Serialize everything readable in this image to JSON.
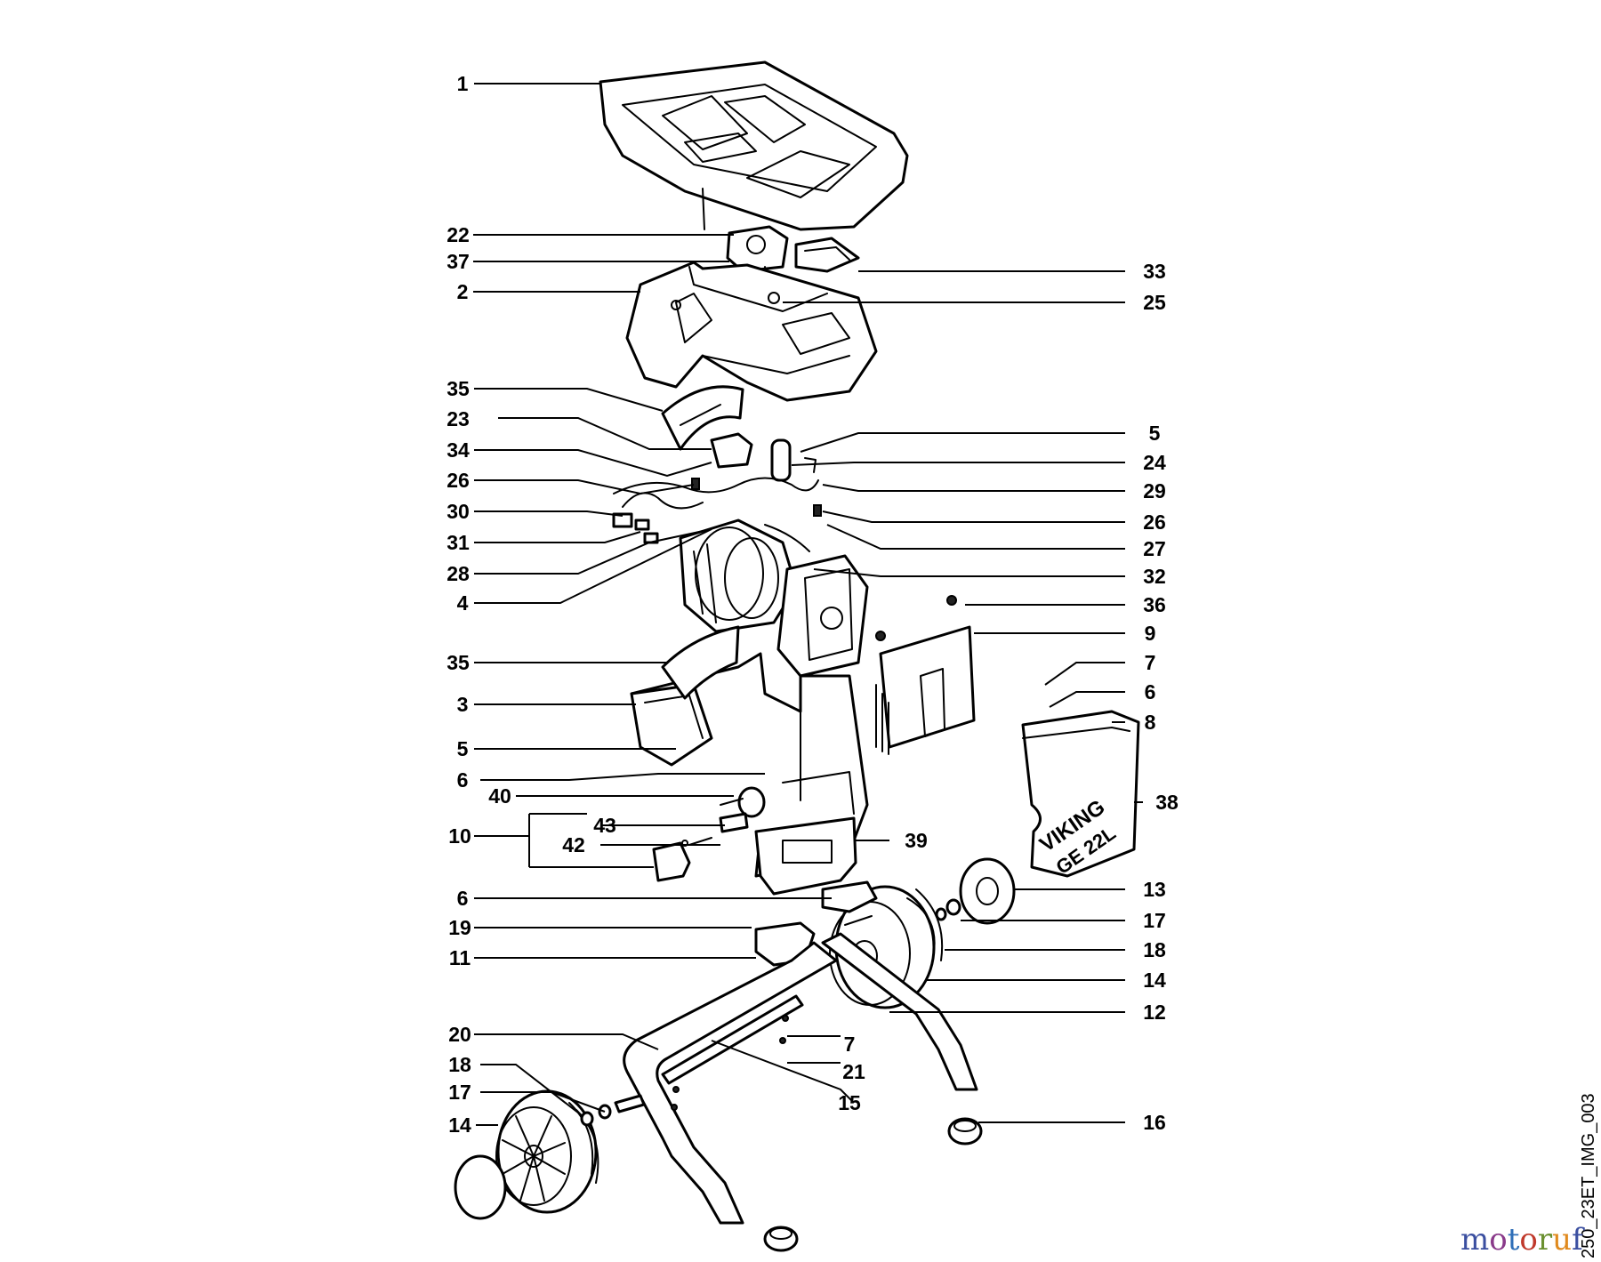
{
  "diagram": {
    "type": "exploded-parts-diagram",
    "callouts_left": [
      "1",
      "22",
      "37",
      "2",
      "35",
      "23",
      "34",
      "26",
      "30",
      "31",
      "28",
      "4",
      "35",
      "3",
      "5",
      "6",
      "40",
      "43",
      "10",
      "42",
      "6",
      "19",
      "11",
      "20",
      "18",
      "17",
      "14"
    ],
    "callouts_right": [
      "33",
      "25",
      "5",
      "24",
      "29",
      "26",
      "27",
      "32",
      "36",
      "9",
      "7",
      "6",
      "8",
      "38",
      "39",
      "13",
      "17",
      "18",
      "14",
      "12",
      "7",
      "21",
      "15",
      "16"
    ],
    "embossed_brand": "VIKING",
    "embossed_model": "GE 22L",
    "image_code": "250_23ET_IMG_003",
    "watermark": "motoruf",
    "watermark_colors": [
      "#3b4fa0",
      "#8a3a8a",
      "#2f6fb8",
      "#c0392b",
      "#6a8f2f",
      "#e08a1e",
      "#3b4fa0"
    ]
  }
}
